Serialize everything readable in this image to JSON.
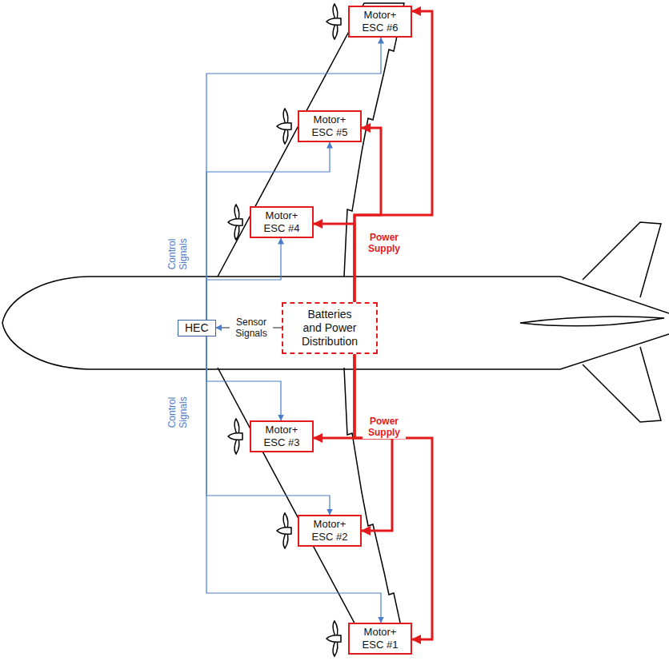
{
  "diagram": {
    "nodes": [
      {
        "text": [
          "Motor+ ESC #6"
        ]
      },
      {
        "text": [
          "Motor+ ESC #5"
        ]
      },
      {
        "text": [
          "Motor+ ESC #4"
        ]
      },
      {
        "text": [
          "HEC"
        ]
      },
      {
        "text": [
          "Batteries and Power Distribution"
        ]
      },
      {
        "text": [
          "Motor+ ESC #3"
        ]
      },
      {
        "text": [
          "Motor+ ESC #2"
        ]
      },
      {
        "text": [
          "Motor+ ESC #1"
        ]
      }
    ],
    "edges": [
      {
        "from": 4,
        "to": 0,
        "arrow": "to"
      },
      {
        "from": 4,
        "to": 1,
        "arrow": "to"
      },
      {
        "from": 4,
        "to": 2,
        "arrow": "to"
      },
      {
        "from": 4,
        "to": 5,
        "arrow": "to"
      },
      {
        "from": 4,
        "to": 6,
        "arrow": "to"
      },
      {
        "from": 4,
        "to": 7,
        "arrow": "to"
      },
      {
        "from": 3,
        "to": 0,
        "arrow": "to"
      },
      {
        "from": 3,
        "to": 1,
        "arrow": "to"
      },
      {
        "from": 3,
        "to": 2,
        "arrow": "to"
      },
      {
        "from": 3,
        "to": 5,
        "arrow": "to"
      },
      {
        "from": 3,
        "to": 6,
        "arrow": "to"
      },
      {
        "from": 3,
        "to": 7,
        "arrow": "to"
      },
      {
        "from": 4,
        "to": 3,
        "label": "Sensor Signals",
        "arrow": "to"
      }
    ],
    "labels": [
      "Control Signals",
      "Power Supply",
      "Control Signals",
      "Power Supply"
    ]
  }
}
